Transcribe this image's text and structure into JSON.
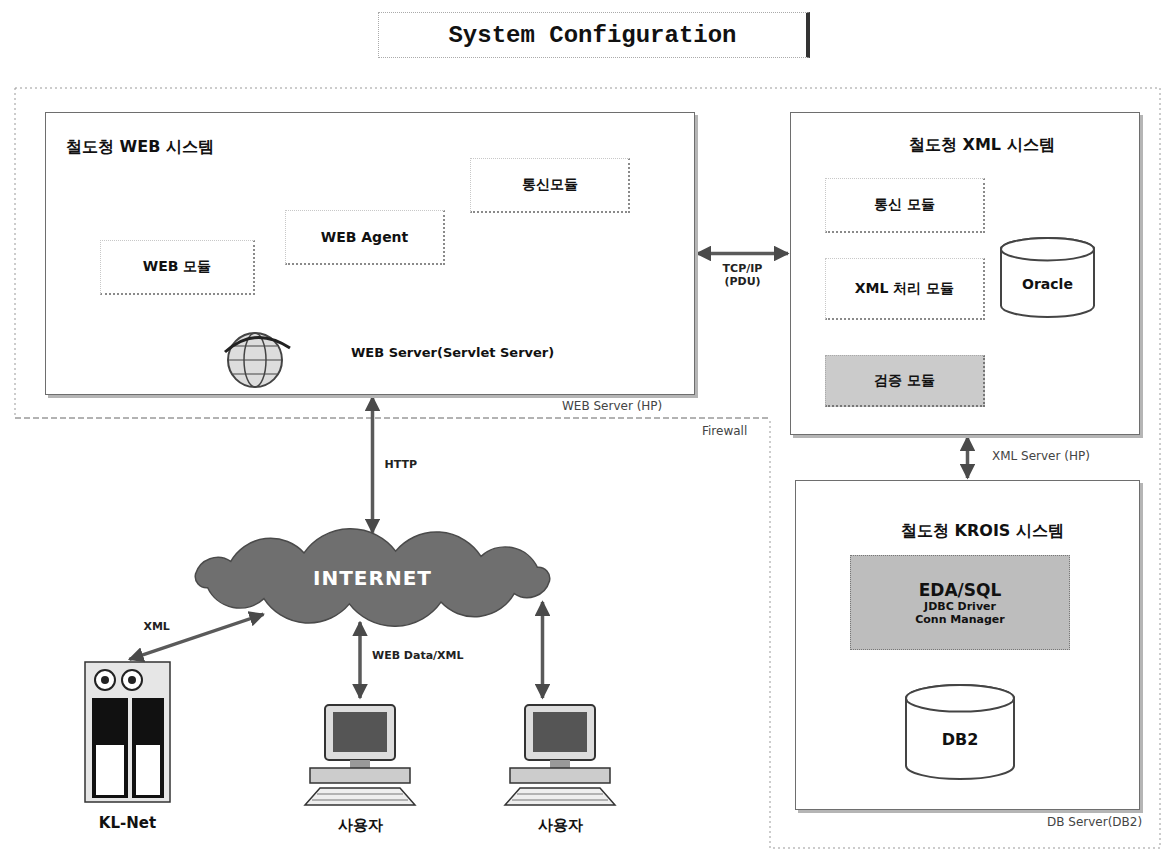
{
  "diagram": {
    "title": "System Configuration",
    "nodes": [
      {
        "text": [
          "철도청 WEB 시스템",
          "WEB Server(Servlet Server)"
        ]
      },
      {
        "text": [
          "통신모듈"
        ],
        "in": 0
      },
      {
        "text": [
          "WEB Agent"
        ],
        "in": 0
      },
      {
        "text": [
          "WEB 모듈"
        ],
        "in": 0
      },
      {
        "text": [
          "철도청 XML 시스템"
        ]
      },
      {
        "text": [
          "통신 모듈"
        ],
        "in": 4
      },
      {
        "text": [
          "XML 처리 모듈"
        ],
        "in": 4
      },
      {
        "text": [
          "Oracle"
        ],
        "in": 4
      },
      {
        "text": [
          "검증 모듈"
        ],
        "in": 4
      },
      {
        "text": [
          "INTERNET"
        ]
      },
      {
        "text": [
          "철도청 KROIS 시스템"
        ]
      },
      {
        "text": [
          "EDA/SQL",
          "JDBC Driver",
          "Conn Manager"
        ],
        "in": 10
      },
      {
        "text": [
          "DB2"
        ],
        "in": 10
      },
      {
        "text": [
          "KL-Net"
        ]
      },
      {
        "text": [
          "사용자"
        ]
      },
      {
        "text": [
          "사용자"
        ]
      }
    ],
    "edges": [
      {
        "from": 0,
        "to": 4,
        "label": "TCP/IP (PDU)",
        "arrow": "both"
      },
      {
        "from": 0,
        "to": 9,
        "label": "HTTP",
        "arrow": "both"
      },
      {
        "from": 4,
        "to": 10,
        "arrow": "both"
      },
      {
        "from": 9,
        "to": 13,
        "label": "XML",
        "arrow": "both"
      },
      {
        "from": 9,
        "to": 14,
        "label": "WEB Data/XML",
        "arrow": "both"
      },
      {
        "from": 9,
        "to": 15,
        "arrow": "both"
      }
    ],
    "labels": [
      "WEB Server (HP)",
      "Firewall",
      "XML Server (HP)",
      "DB Server(DB2)"
    ]
  }
}
